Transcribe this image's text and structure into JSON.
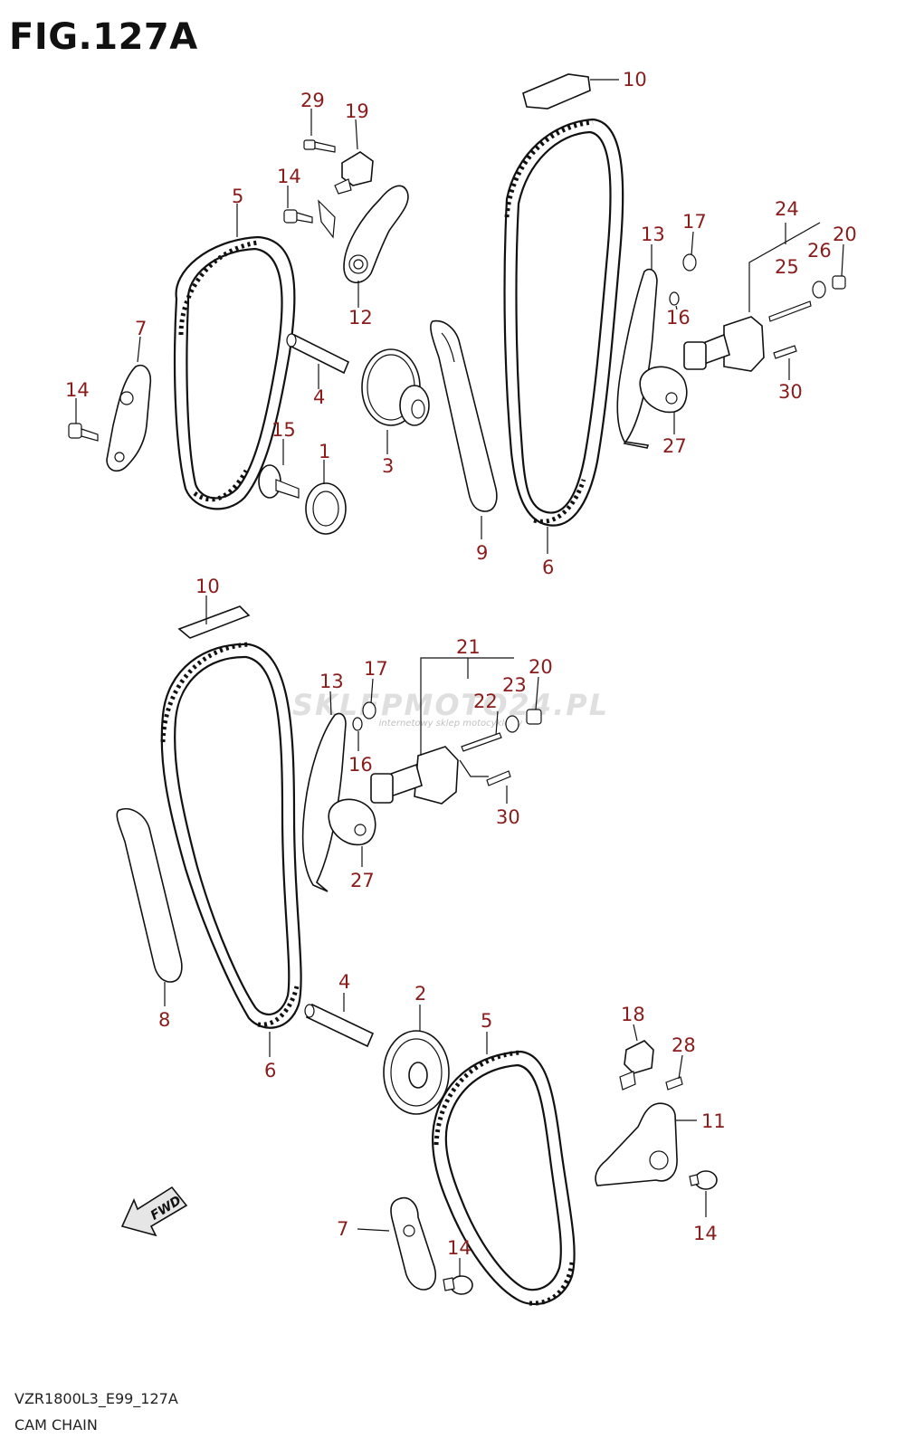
{
  "figure_title": "FIG.127A",
  "watermark": {
    "logo": "SKLEPMOTO24.PL",
    "tagline": "internetowy sklep motocyklowy"
  },
  "fwd_label": "FWD",
  "footer": {
    "code": "VZR1800L3_E99_127A",
    "title": "CAM CHAIN"
  },
  "callout_color": "#8a1c1c",
  "callouts": {
    "upper": {
      "n29": "29",
      "n19": "19",
      "n14a": "14",
      "n5": "5",
      "n12": "12",
      "n7": "7",
      "n14b": "14",
      "n4": "4",
      "n15": "15",
      "n1": "1",
      "n3": "3",
      "n9": "9",
      "n6": "6",
      "n10": "10",
      "n13": "13",
      "n17": "17",
      "n16": "16",
      "n24": "24",
      "n20": "20",
      "n26": "26",
      "n25": "25",
      "n30": "30",
      "n27": "27"
    },
    "lower": {
      "n10": "10",
      "n13": "13",
      "n17": "17",
      "n16": "16",
      "n21": "21",
      "n20": "20",
      "n23": "23",
      "n22": "22",
      "n30": "30",
      "n27": "27",
      "n8": "8",
      "n6": "6",
      "n4": "4",
      "n2": "2",
      "n5": "5",
      "n18": "18",
      "n28": "28",
      "n11": "11",
      "n14a": "14",
      "n7": "7",
      "n14b": "14"
    }
  }
}
